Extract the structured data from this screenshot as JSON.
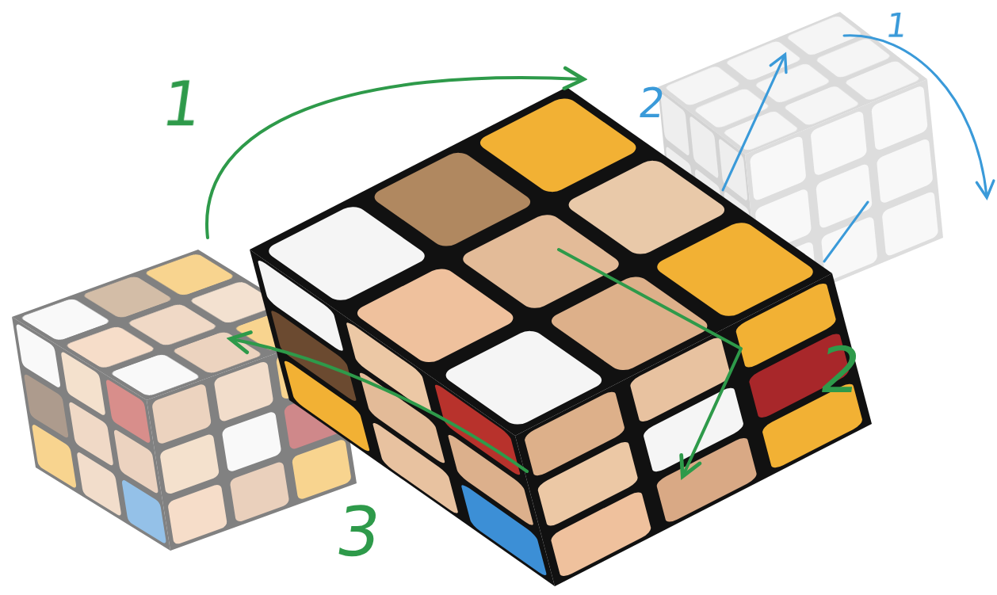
{
  "diagram": {
    "labels": [
      "1",
      "1",
      "2",
      "2",
      "3"
    ]
  }
}
